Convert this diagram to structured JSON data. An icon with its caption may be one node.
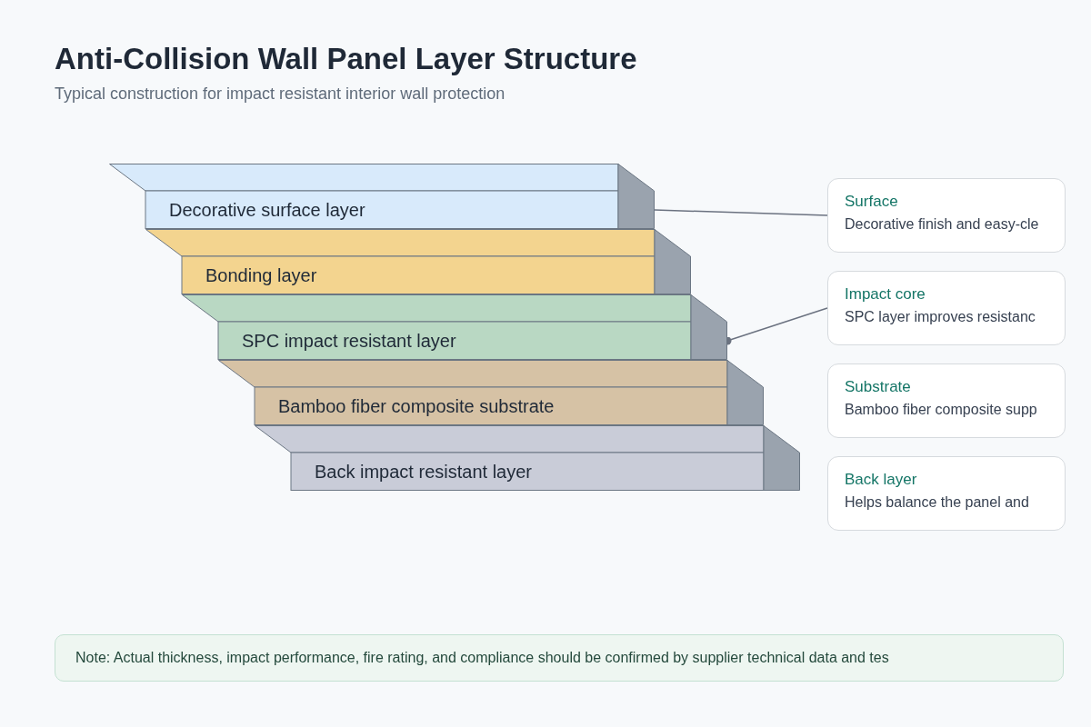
{
  "diagram": {
    "title": "Anti-Collision Wall Panel Layer Structure",
    "nodes": [
      {
        "text": [
          "Decorative surface layer"
        ]
      },
      {
        "text": [
          "Bonding layer"
        ]
      },
      {
        "text": [
          "SPC impact resistant layer"
        ]
      },
      {
        "text": [
          "Bamboo fiber composite substrate"
        ]
      },
      {
        "text": [
          "Back impact resistant layer"
        ]
      },
      {
        "text": [
          "Surface",
          "Decorative finish and easy-cle"
        ]
      },
      {
        "text": [
          "Impact core",
          "SPC layer improves resistanc"
        ]
      },
      {
        "text": [
          "Substrate",
          "Bamboo fiber composite supp"
        ]
      },
      {
        "text": [
          "Back layer",
          "Helps balance the panel and"
        ]
      },
      {
        "text": [
          "Note: Actual thickness, impact performance, fire rating, and compliance should be confirmed by supplier technical data and tes"
        ]
      }
    ],
    "edges": [
      {
        "from": 5,
        "to": 0,
        "arrow": "none"
      },
      {
        "from": 6,
        "to": 2,
        "arrow": "other"
      }
    ],
    "labels": [
      "Typical construction for impact resistant interior wall protection"
    ]
  }
}
